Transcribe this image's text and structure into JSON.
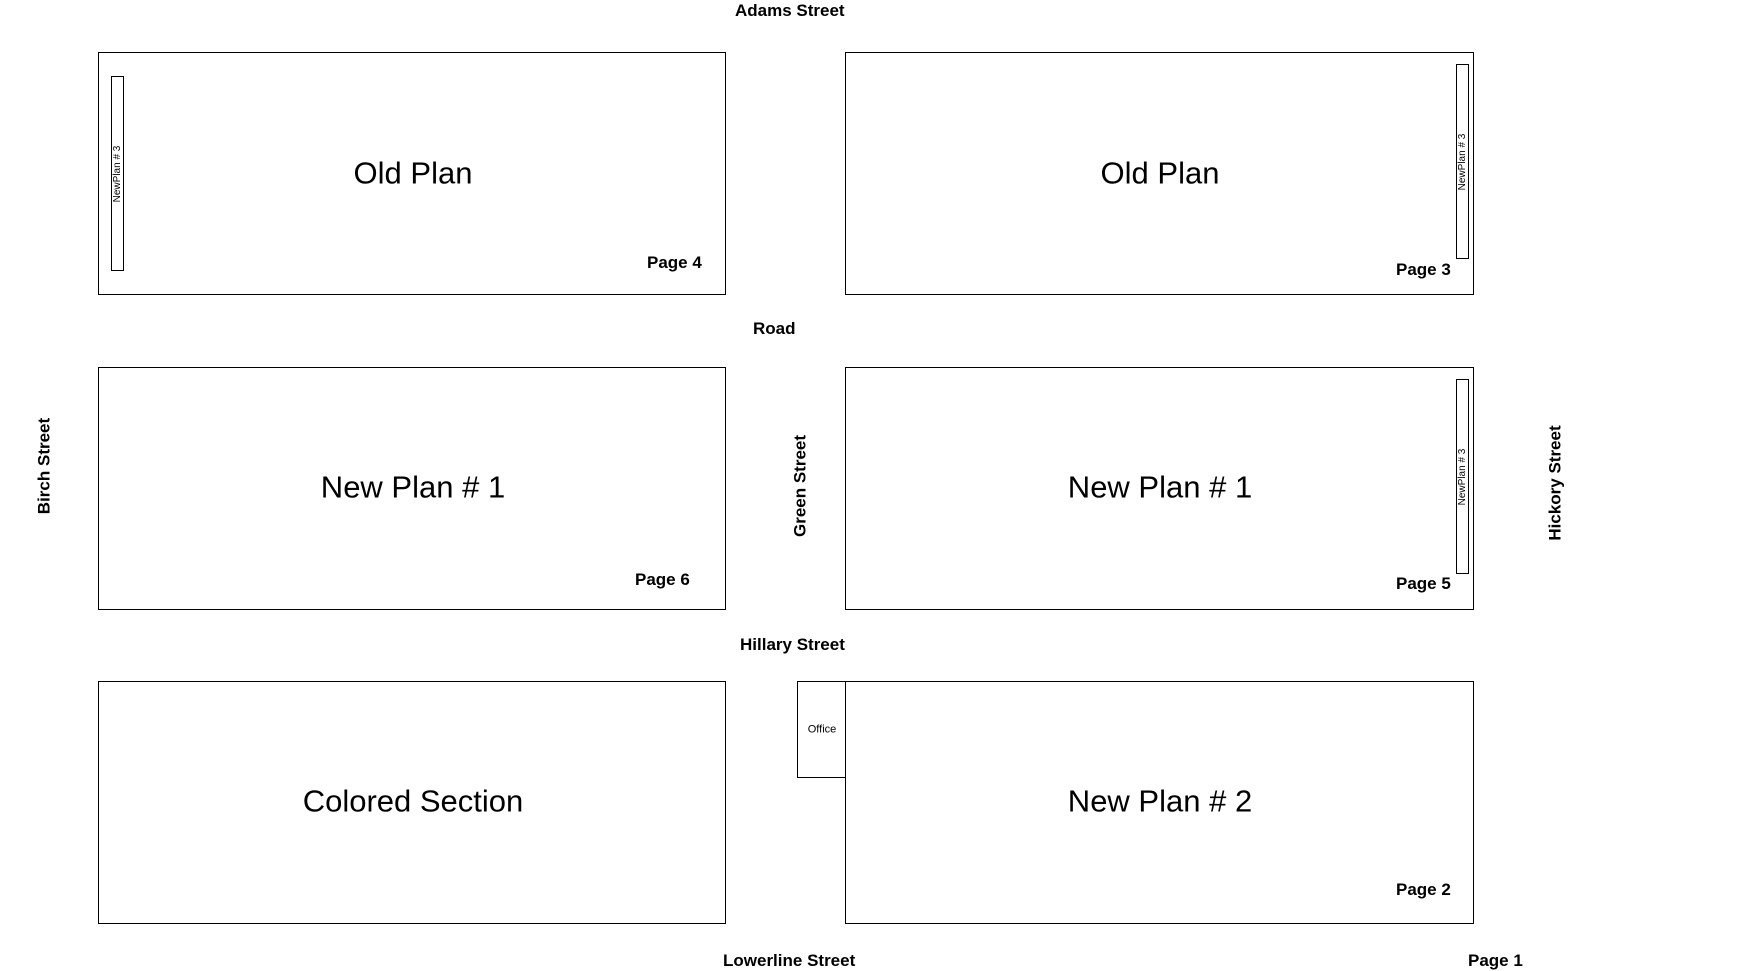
{
  "streets": {
    "adams": "Adams Street",
    "road": "Road",
    "hillary": "Hillary Street",
    "lowerline": "Lowerline Street",
    "birch": "Birch Street",
    "green": "Green Street",
    "hickory": "Hickory Street"
  },
  "blocks": [
    {
      "title": "Old Plan",
      "page": "Page 4",
      "strip": "NewPlan # 3"
    },
    {
      "title": "Old Plan",
      "page": "Page 3",
      "strip": "NewPlan # 3"
    },
    {
      "title": "New Plan # 1",
      "page": "Page 6"
    },
    {
      "title": "New Plan # 1",
      "page": "Page 5",
      "strip": "NewPlan # 3"
    },
    {
      "title": "Colored Section"
    },
    {
      "title": "New Plan # 2",
      "page": "Page 2"
    }
  ],
  "office": "Office",
  "sheet_page": "Page 1"
}
